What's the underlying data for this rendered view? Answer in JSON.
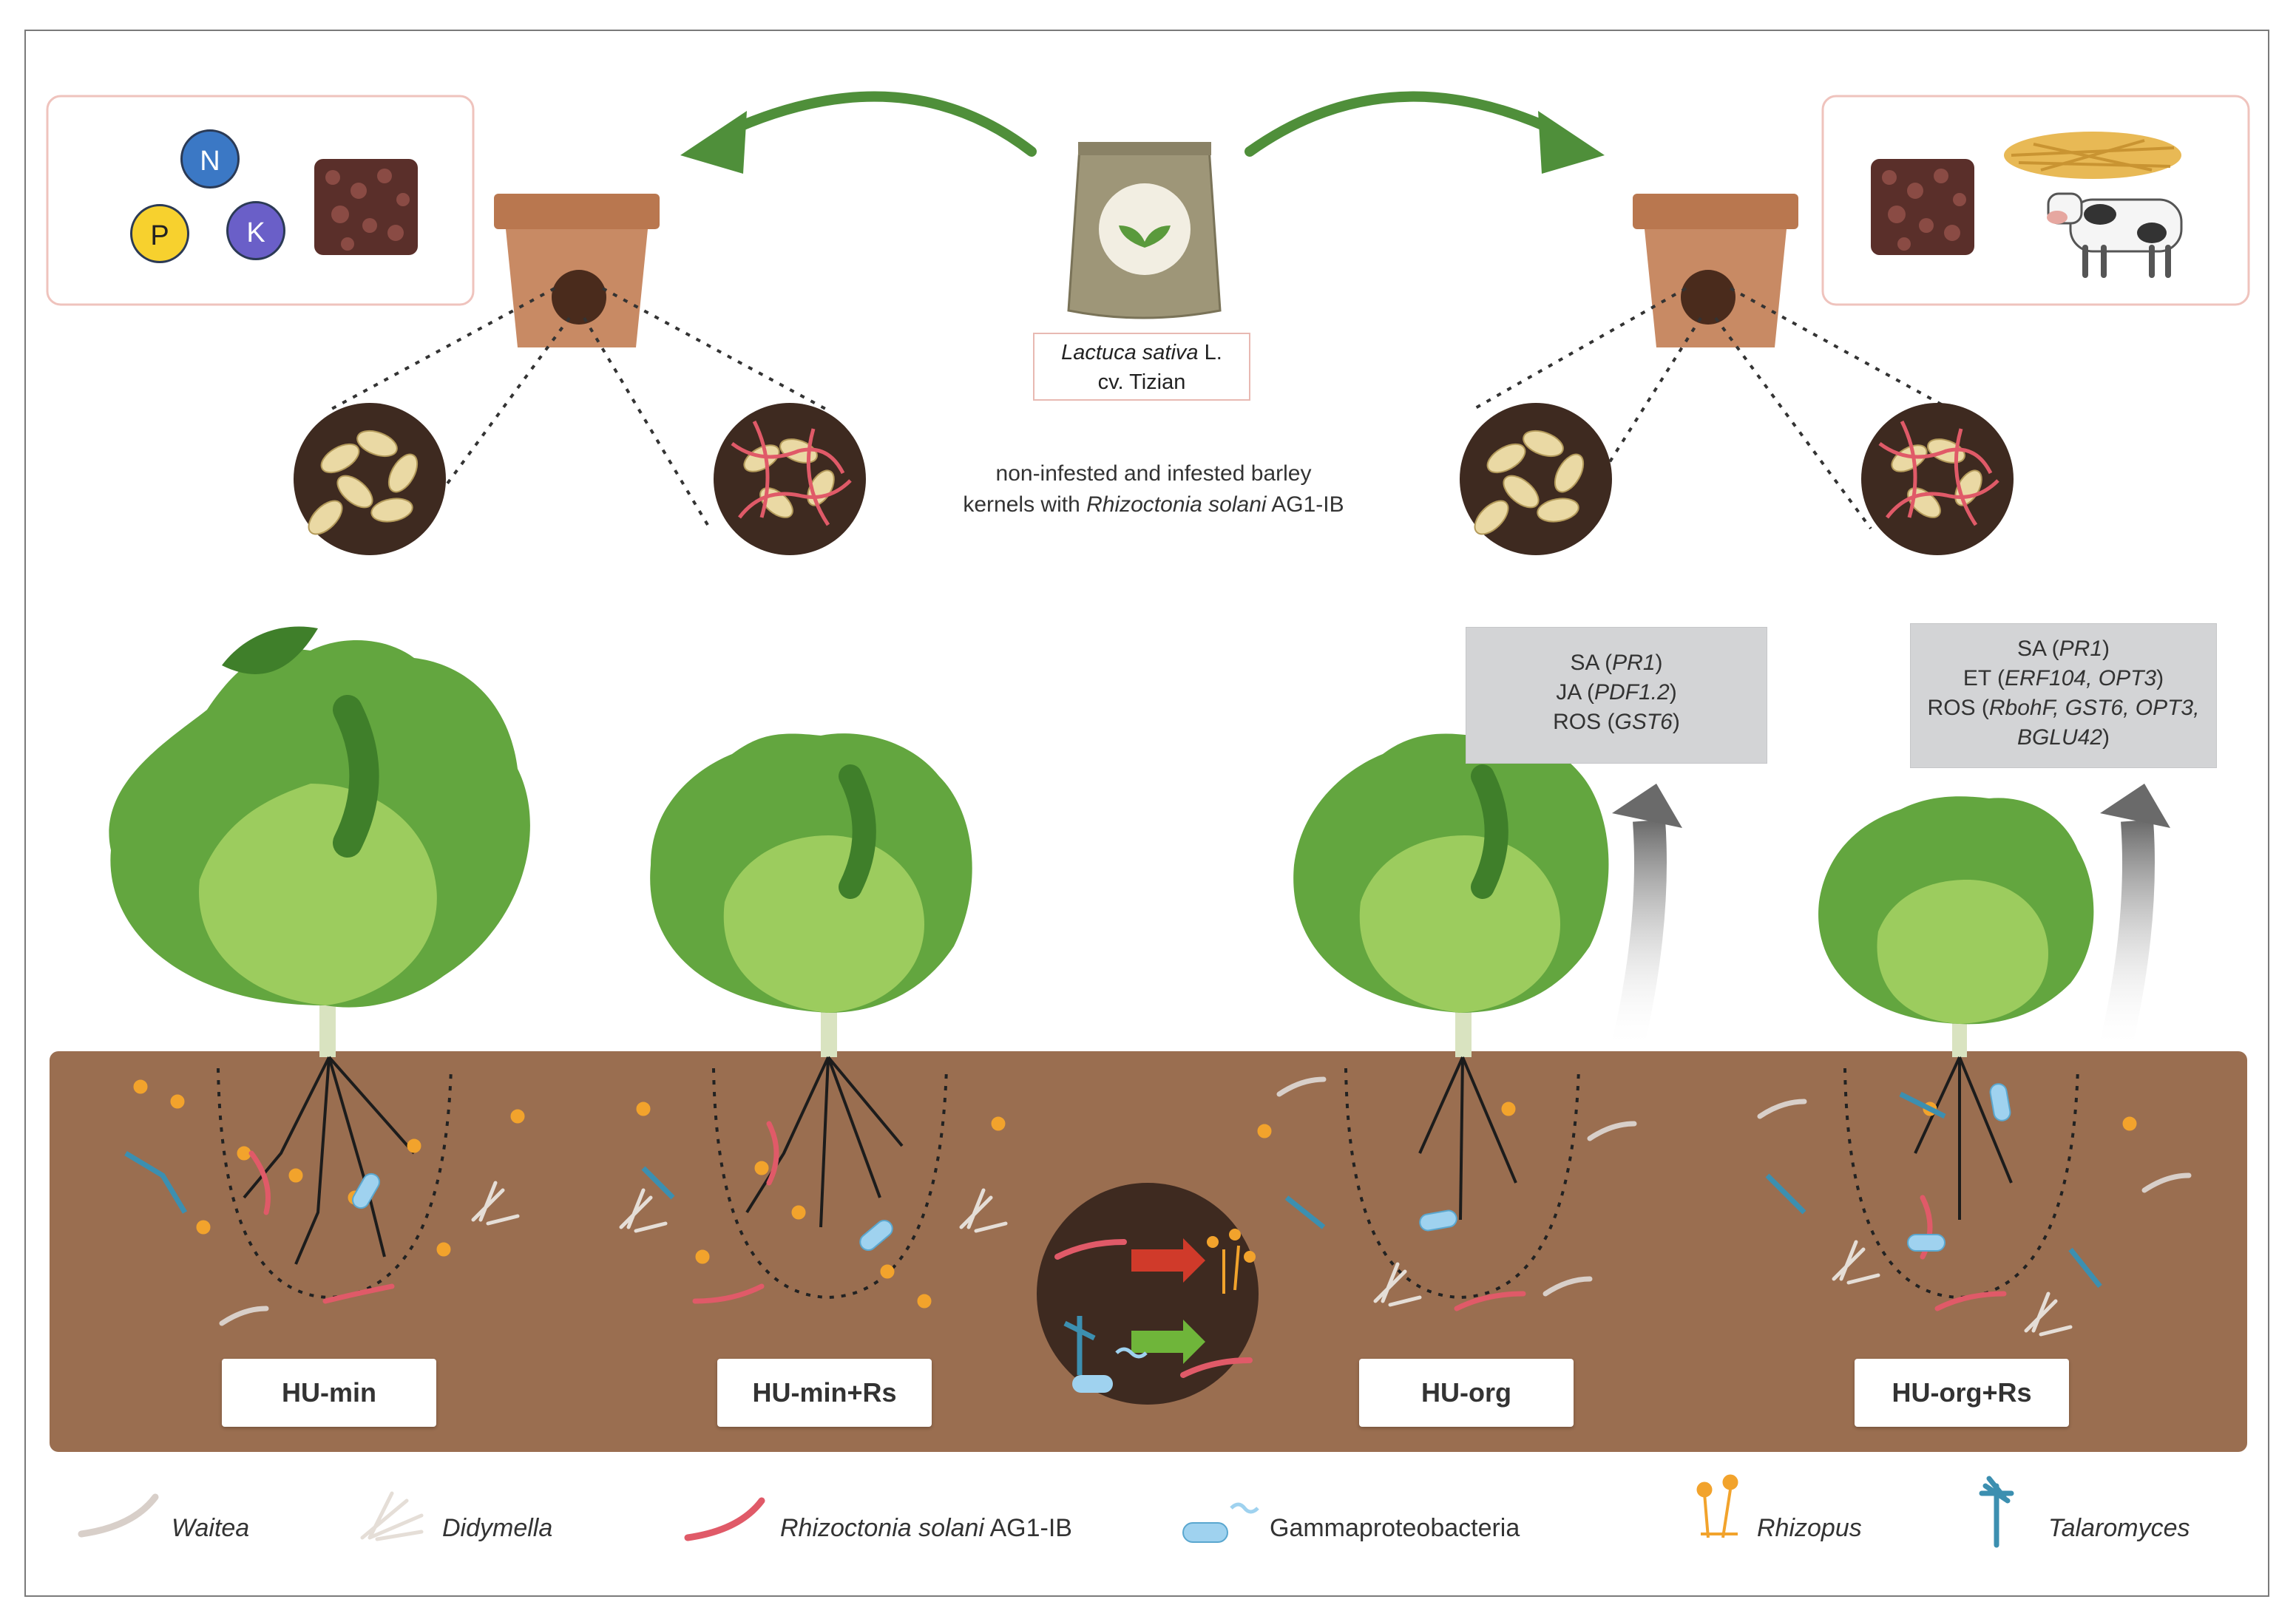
{
  "nutrients": {
    "n": "N",
    "p": "P",
    "k": "K"
  },
  "seed_bag": {
    "species": "Lactuca sativa",
    "species_suffix": " L.",
    "cultivar": "cv. Tizian"
  },
  "center_note": {
    "line1": "non-infested and infested barley",
    "line2_prefix": "kernels with ",
    "line2_species": "Rhizoctonia solani",
    "line2_suffix": " AG1-IB"
  },
  "hormone_box_org": {
    "sa": "SA (",
    "sa_gene": "PR1",
    "ja": "JA (",
    "ja_gene": "PDF1.2",
    "ros": "ROS (",
    "ros_gene": "GST6",
    "close": ")"
  },
  "hormone_box_org_rs": {
    "sa": "SA (",
    "sa_gene": "PR1",
    "et": "ET (",
    "et_genes": "ERF104, OPT3",
    "ros": "ROS (",
    "ros_genes_line1": "RbohF, GST6, OPT3,",
    "ros_genes_line2": "BGLU42",
    "close": ")"
  },
  "treatments": [
    "HU-min",
    "HU-min+Rs",
    "HU-org",
    "HU-org+Rs"
  ],
  "legend": {
    "waitea": "Waitea",
    "didymella": "Didymella",
    "rhizoctonia": "Rhizoctonia solani",
    "rhizoctonia_suffix": " AG1-IB",
    "gammaproteobacteria": "Gammaproteobacteria",
    "rhizopus": "Rhizopus",
    "talaromyces": "Talaromyces"
  },
  "colors": {
    "soil": "#9a6e50",
    "arrow_green": "#4f8f3a",
    "pot": "#c88a64",
    "rhizoctonia": "#e05a68",
    "rhizopus": "#f2a32c",
    "talaromyces": "#3c8fb0",
    "bacteria": "#9fd2ef",
    "waitea": "#d8cfc9",
    "hormone_box": "#d3d4d6"
  }
}
